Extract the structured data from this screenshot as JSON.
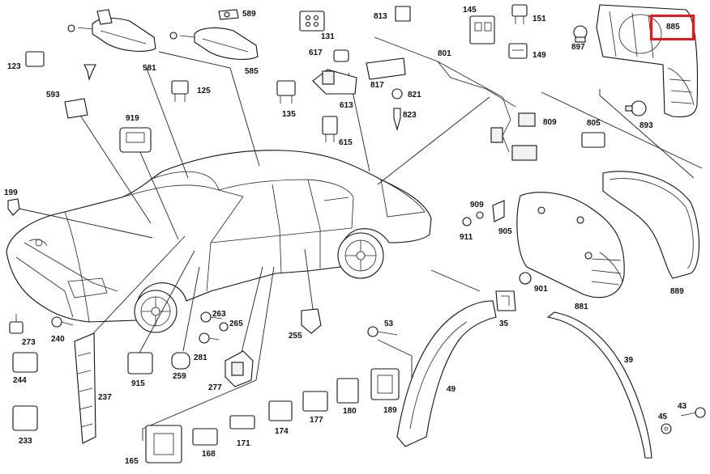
{
  "diagram": {
    "highlight_part": "885",
    "highlight_color": "#e01b1b",
    "labels": {
      "l589": "589",
      "l813": "813",
      "l145": "145",
      "l151": "151",
      "l131": "131",
      "l897": "897",
      "l885": "885",
      "l581": "581",
      "l585": "585",
      "l617": "617",
      "l801": "801",
      "l149": "149",
      "l123": "123",
      "l125": "125",
      "l135": "135",
      "l817": "817",
      "l821": "821",
      "l613": "613",
      "l593": "593",
      "l823": "823",
      "l809": "809",
      "l893": "893",
      "l919": "919",
      "l615": "615",
      "l805": "805",
      "l199": "199",
      "l909": "909",
      "l911": "911",
      "l905": "905",
      "l901": "901",
      "l889": "889",
      "l881": "881",
      "l263": "263",
      "l265": "265",
      "l273": "273",
      "l240": "240",
      "l255": "255",
      "l53": "53",
      "l35": "35",
      "l39": "39",
      "l281": "281",
      "l244": "244",
      "l915": "915",
      "l259": "259",
      "l237": "237",
      "l277": "277",
      "l49": "49",
      "l180": "180",
      "l189": "189",
      "l177": "177",
      "l174": "174",
      "l171": "171",
      "l168": "168",
      "l233": "233",
      "l165": "165",
      "l43": "43",
      "l45": "45"
    }
  }
}
